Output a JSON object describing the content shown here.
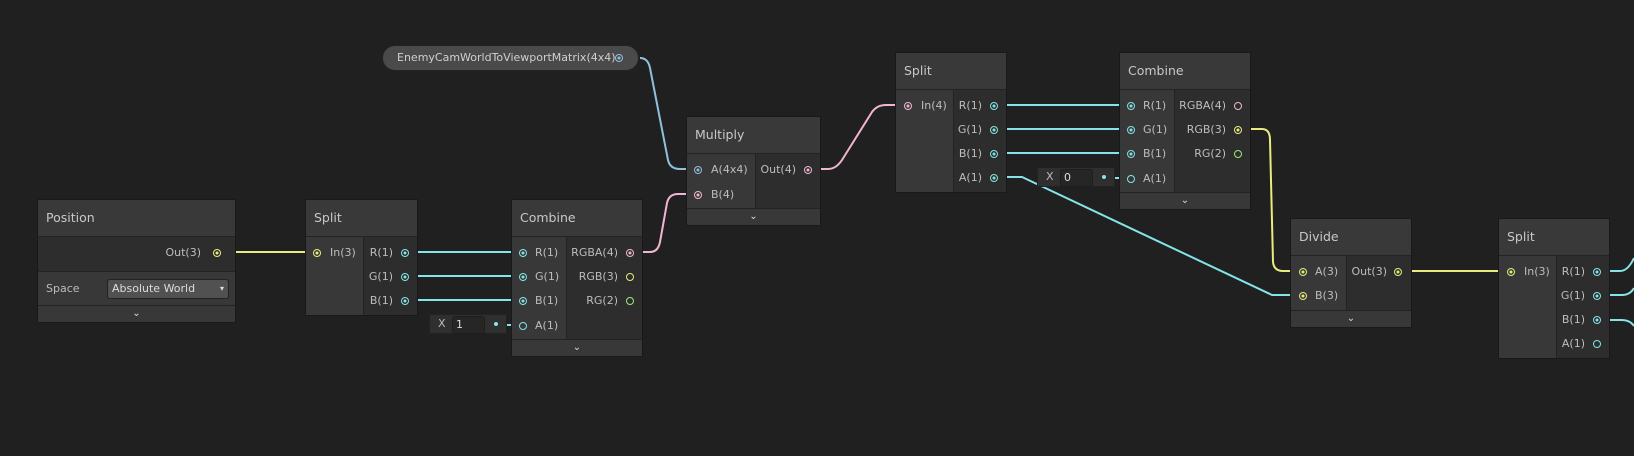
{
  "colors": {
    "background": "#202020",
    "vector1": "#84e4e7",
    "vector2": "#9ce97c",
    "vector3": "#e8ec7e",
    "vector4": "#f1b5d3",
    "matrix4": "#8fc1df"
  },
  "property": {
    "label": "EnemyCamWorldToViewportMatrix(4x4)"
  },
  "position_node": {
    "title": "Position",
    "out": "Out(3)",
    "space_label": "Space",
    "space_value": "Absolute World",
    "space_value_visible": "Absolute Wo",
    "arrow": "▾"
  },
  "split1": {
    "title": "Split",
    "in": "In(3)",
    "outs": [
      "R(1)",
      "G(1)",
      "B(1)"
    ]
  },
  "combine1": {
    "title": "Combine",
    "ins": [
      "R(1)",
      "G(1)",
      "B(1)",
      "A(1)"
    ],
    "outs": [
      "RGBA(4)",
      "RGB(3)",
      "RG(2)"
    ],
    "a_field_label": "X",
    "a_field_value": "1"
  },
  "multiply": {
    "title": "Multiply",
    "ins": [
      "A(4x4)",
      "B(4)"
    ],
    "out": "Out(4)"
  },
  "split2": {
    "title": "Split",
    "in": "In(4)",
    "outs": [
      "R(1)",
      "G(1)",
      "B(1)",
      "A(1)"
    ]
  },
  "combine2": {
    "title": "Combine",
    "ins": [
      "R(1)",
      "G(1)",
      "B(1)",
      "A(1)"
    ],
    "outs": [
      "RGBA(4)",
      "RGB(3)",
      "RG(2)"
    ],
    "a_field_label": "X",
    "a_field_value": "0"
  },
  "divide": {
    "title": "Divide",
    "ins": [
      "A(3)",
      "B(3)"
    ],
    "out": "Out(3)"
  },
  "split3": {
    "title": "Split",
    "in": "In(3)",
    "outs": [
      "R(1)",
      "G(1)",
      "B(1)",
      "A(1)"
    ]
  },
  "chevron": "⌄",
  "icons": {
    "chevron": "chevron-down-icon",
    "port": "port-icon"
  }
}
